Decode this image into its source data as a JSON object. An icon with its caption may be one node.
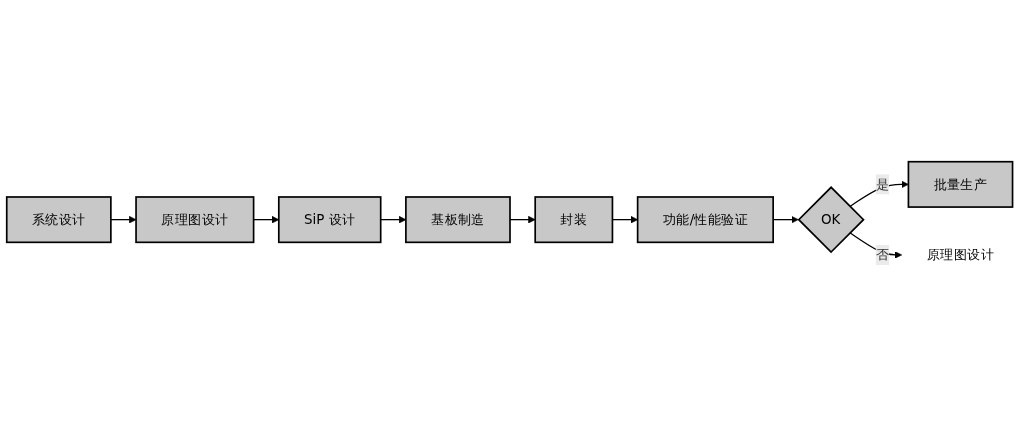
{
  "diagram": {
    "nodes": [
      {
        "text": [
          "系统设计"
        ]
      },
      {
        "text": [
          "原理图设计"
        ]
      },
      {
        "text": [
          "SiP 设计"
        ]
      },
      {
        "text": [
          "基板制造"
        ]
      },
      {
        "text": [
          "封装"
        ]
      },
      {
        "text": [
          "功能/性能验证"
        ]
      },
      {
        "text": [
          "OK"
        ]
      },
      {
        "text": [
          "批量生产"
        ]
      },
      {
        "text": [
          "原理图设计"
        ]
      }
    ],
    "edges": [
      {
        "from": 0,
        "to": 1,
        "arrow": "to"
      },
      {
        "from": 1,
        "to": 2,
        "arrow": "to"
      },
      {
        "from": 2,
        "to": 3,
        "arrow": "to"
      },
      {
        "from": 3,
        "to": 4,
        "arrow": "to"
      },
      {
        "from": 4,
        "to": 5,
        "arrow": "to"
      },
      {
        "from": 5,
        "to": 6,
        "arrow": "to"
      },
      {
        "from": 6,
        "to": 7,
        "arrow": "to",
        "label": "是"
      },
      {
        "from": 6,
        "to": 8,
        "arrow": "to",
        "label": "否"
      }
    ]
  }
}
